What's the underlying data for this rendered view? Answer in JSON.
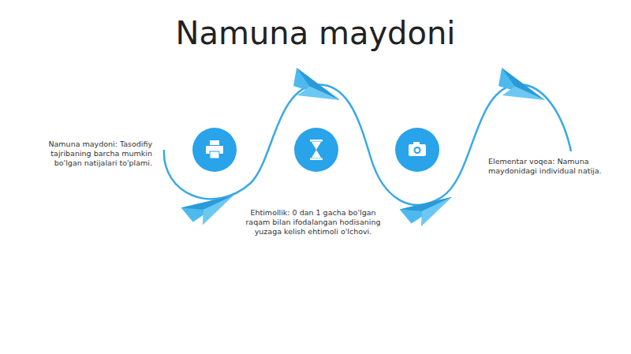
{
  "diagram": {
    "title": "Namuna maydoni",
    "labels": [
      "Namuna maydoni: Tasodifiy tajribaning barcha mumkin bo'lgan natijalari to'plami.",
      "Ehtimollik: 0 dan 1 gacha bo'lgan raqam bilan ifodalangan hodisaning yuzaga kelish ehtimoli o'lchovi.",
      "Elementar voqea: Namuna maydonidagi individual natija."
    ]
  }
}
